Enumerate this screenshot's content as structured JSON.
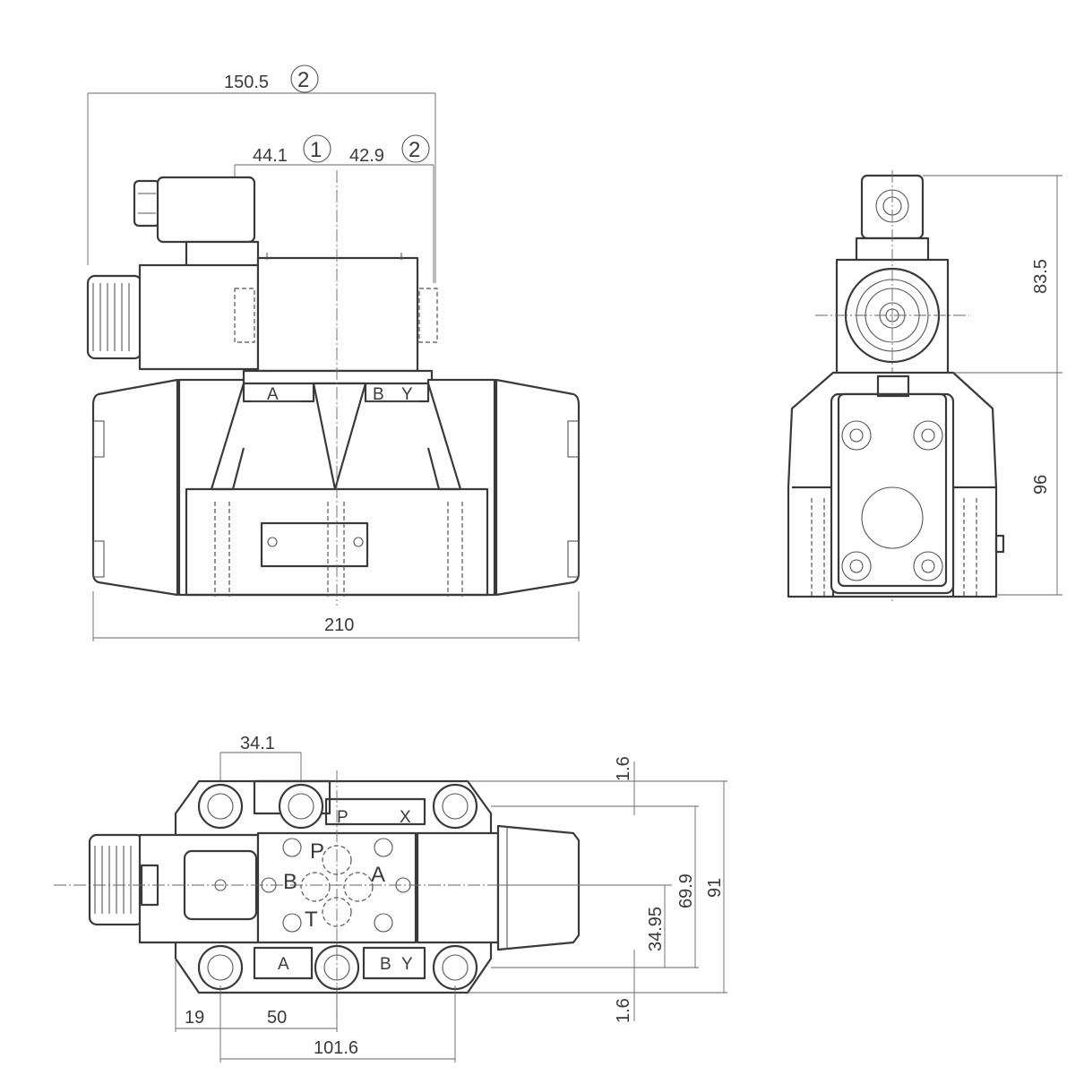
{
  "dimensions": {
    "overall_length_width": "150.5",
    "solenoid_a": "44.1",
    "solenoid_b": "42.9",
    "body_length": "210",
    "top_height": "83.5",
    "bottom_height": "96",
    "port_spacing_1": "34.1",
    "edge_offset_top": "1.6",
    "edge_offset_bottom": "1.6",
    "height_69": "69.9",
    "height_91": "91",
    "height_34": "34.95",
    "bolt_19": "19",
    "bolt_50": "50",
    "bolt_pitch": "101.6"
  },
  "notes": {
    "n1": "1",
    "n2a": "2",
    "n2b": "2"
  },
  "ports": {
    "front_a": "A",
    "front_b": "B",
    "front_y": "Y",
    "plan_p": "P",
    "plan_x": "X",
    "plan_a": "A",
    "plan_b": "B",
    "plan_y": "Y",
    "face_p": "P",
    "face_a": "A",
    "face_b": "B",
    "face_t": "T"
  }
}
